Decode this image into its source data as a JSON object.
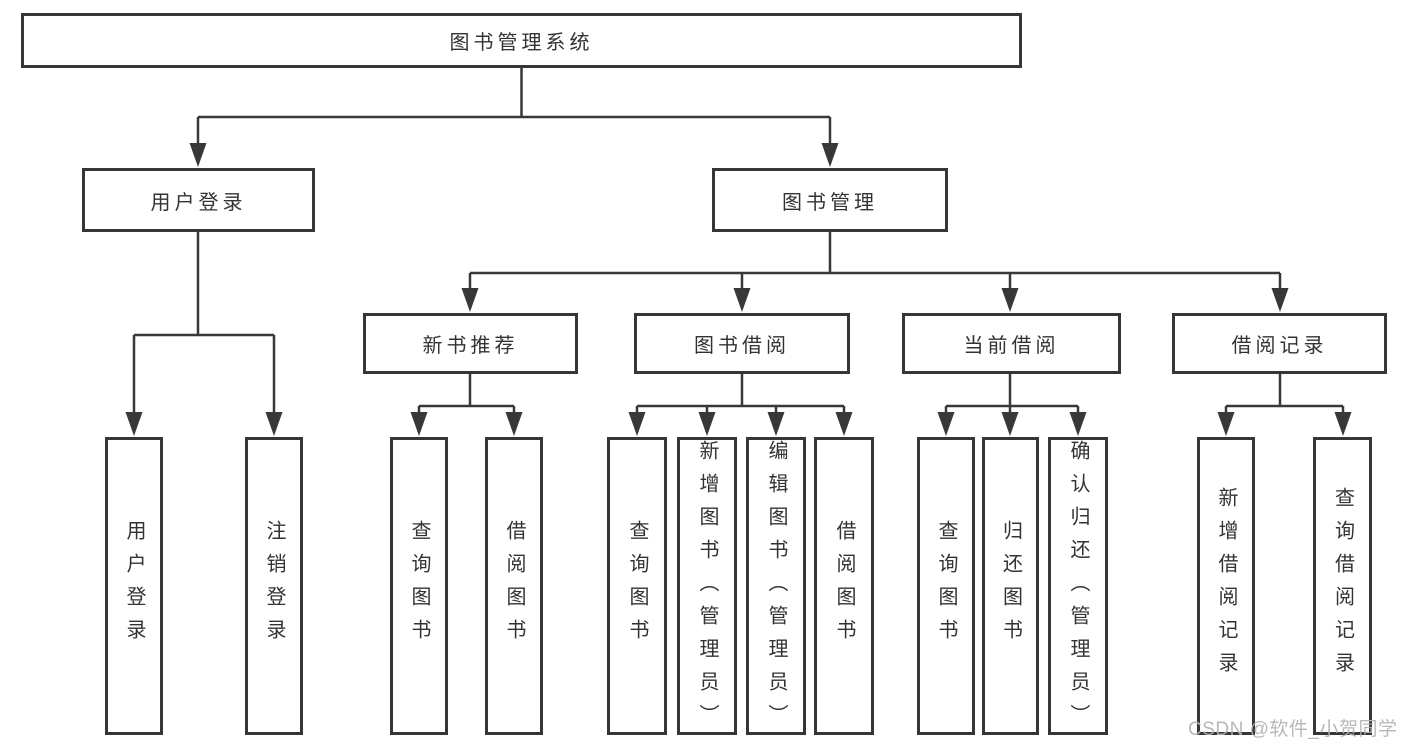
{
  "tree": {
    "root": "图书管理系统",
    "level2": [
      "用户登录",
      "图书管理"
    ],
    "level3": [
      "新书推荐",
      "图书借阅",
      "当前借阅",
      "借阅记录"
    ],
    "level4": {
      "user_login": [
        "用户登录",
        "注销登录"
      ],
      "new_book_recommend": [
        "查询图书",
        "借阅图书"
      ],
      "book_borrow": [
        "查询图书",
        "新增图书（管理员）",
        "编辑图书（管理员）",
        "借阅图书"
      ],
      "current_borrow": [
        "查询图书",
        "归还图书",
        "确认归还（管理员）"
      ],
      "borrow_record": [
        "新增借阅记录",
        "查询借阅记录"
      ]
    }
  },
  "watermark": {
    "text": "CSDN @软件_小贺同学"
  },
  "colors": {
    "line": "#383838",
    "box_border": "#363636",
    "text": "#333333",
    "watermark": "#b2b2b2",
    "background": "#ffffff"
  }
}
